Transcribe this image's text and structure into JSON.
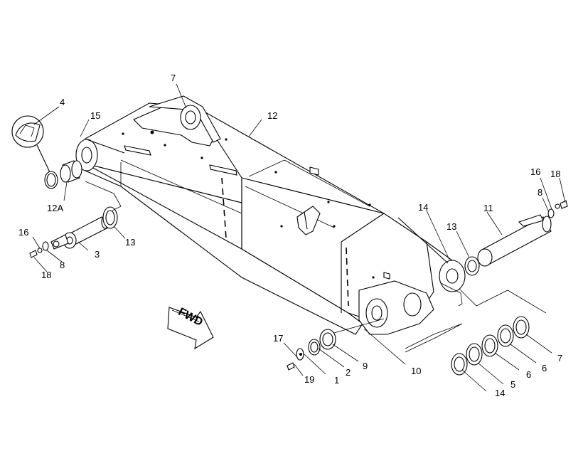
{
  "callouts": {
    "c7_top": "7",
    "c4": "4",
    "c15": "15",
    "c12": "12",
    "c12a": "12A",
    "c16_left": "16",
    "c8_left": "8",
    "c18_left": "18",
    "c3": "3",
    "c13_left": "13",
    "c14_top": "14",
    "c13_right": "13",
    "c11": "11",
    "c16_right": "16",
    "c18_right": "18",
    "c8_right": "8",
    "c17": "17",
    "c19": "19",
    "c1": "1",
    "c2": "2",
    "c9": "9",
    "c10": "10",
    "c14_bottom": "14",
    "c5": "5",
    "c6_a": "6",
    "c6_b": "6",
    "c7_bottom": "7"
  },
  "fwd_arrow": {
    "label": "FWD"
  }
}
